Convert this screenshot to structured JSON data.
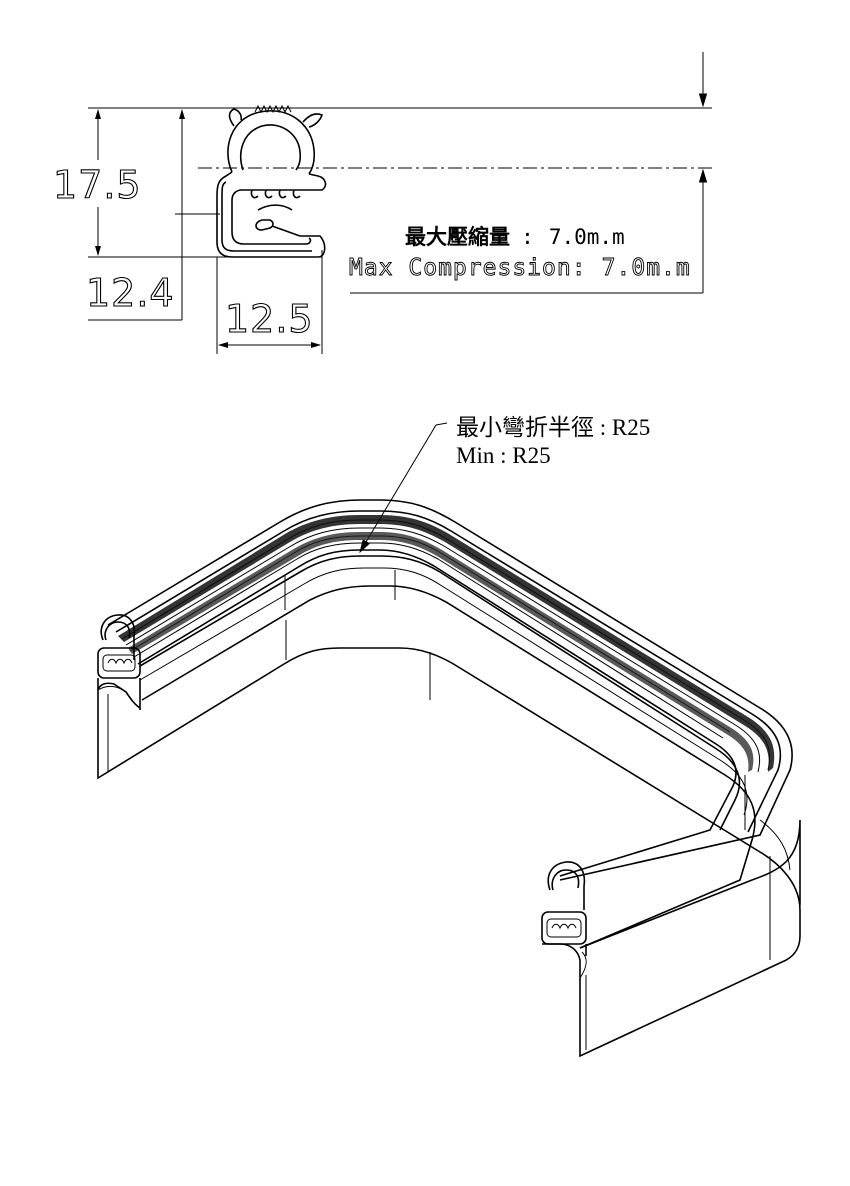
{
  "dimensions": {
    "height_total": "17.5",
    "height_clip": "12.4",
    "width": "12.5"
  },
  "compression": {
    "label_cn": "最大壓縮量",
    "value_cn": "7.0m.m",
    "label_en": "Max Compression:",
    "value_en": "7.0m.m"
  },
  "bend_radius": {
    "label_cn": "最小彎折半徑 : R25",
    "label_en": "Min : R25"
  }
}
